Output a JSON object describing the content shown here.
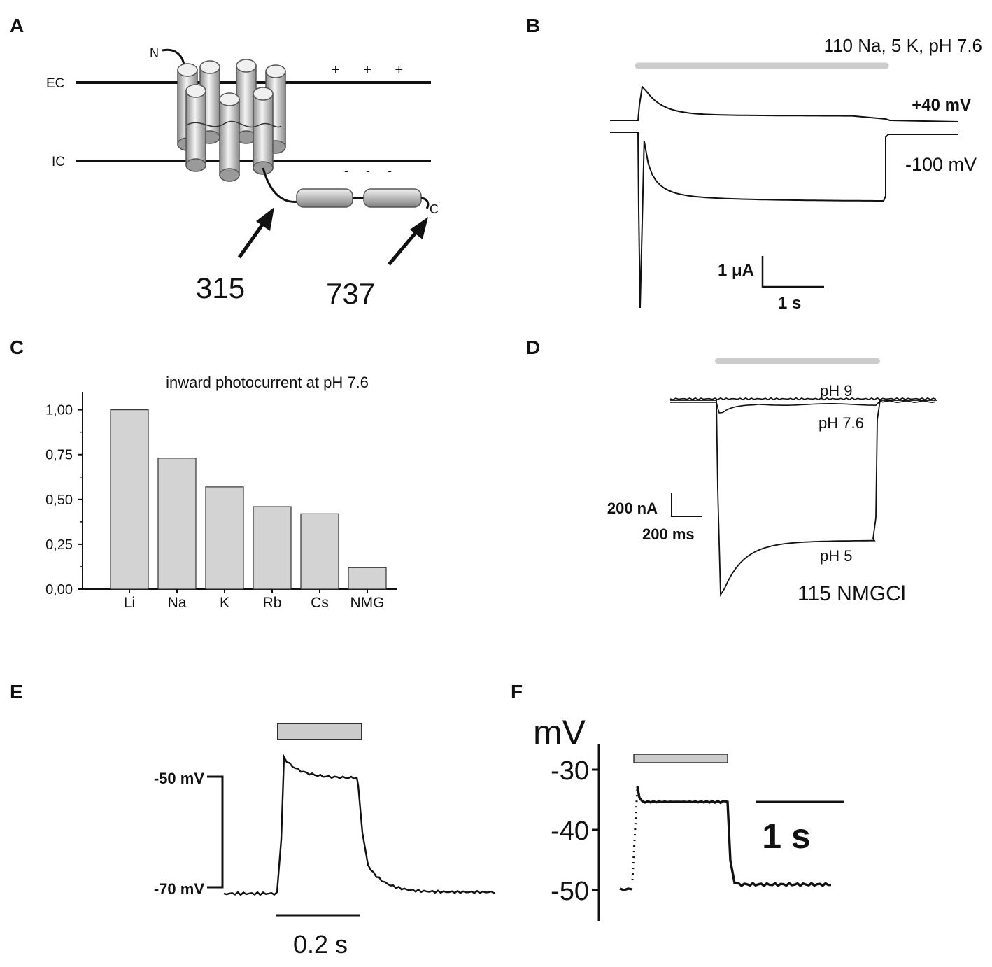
{
  "panels": {
    "A": {
      "label": "A",
      "ec_label": "EC",
      "ic_label": "IC",
      "n_label": "N",
      "c_label": "C",
      "plus_signs": "+ + +",
      "minus_signs": "- - -",
      "arrow1_label": "315",
      "arrow2_label": "737"
    },
    "B": {
      "label": "B",
      "condition": "110 Na, 5 K, pH 7.6",
      "trace1_label": "+40 mV",
      "trace2_label": "-100 mV",
      "scale_y": "1 μA",
      "scale_x": "1 s"
    },
    "C": {
      "label": "C"
    },
    "D": {
      "label": "D",
      "trace_labels": [
        "pH 9",
        "pH 7.6",
        "pH 5"
      ],
      "scale_y": "200 nA",
      "scale_x": "200 ms",
      "condition": "115 NMGCl"
    },
    "E": {
      "label": "E",
      "y_top": "-50 mV",
      "y_bottom": "-70 mV",
      "scale_x": "0.2 s"
    },
    "F": {
      "label": "F",
      "unit": "mV",
      "scale_x": "1 s"
    }
  },
  "chart_data": {
    "type": "bar",
    "title": "inward photocurrent at pH 7.6",
    "categories": [
      "Li",
      "Na",
      "K",
      "Rb",
      "Cs",
      "NMG"
    ],
    "values": [
      1.0,
      0.73,
      0.57,
      0.46,
      0.42,
      0.12
    ],
    "ylim": [
      0,
      1.1
    ],
    "yticks": [
      "0,00",
      "0,25",
      "0,50",
      "0,75",
      "1,00"
    ],
    "ytick_values": [
      0,
      0.25,
      0.5,
      0.75,
      1.0
    ],
    "bar_color": "#d3d3d3",
    "grid": false
  },
  "panel_f_axis": {
    "ticks": [
      "-30",
      "-40",
      "-50"
    ],
    "tick_values": [
      -30,
      -40,
      -50
    ]
  },
  "colors": {
    "stimulus_bar": "#cccccc",
    "trace": "#111111",
    "helix_light": "#f2f2f2",
    "helix_dark": "#8c8c8c"
  }
}
